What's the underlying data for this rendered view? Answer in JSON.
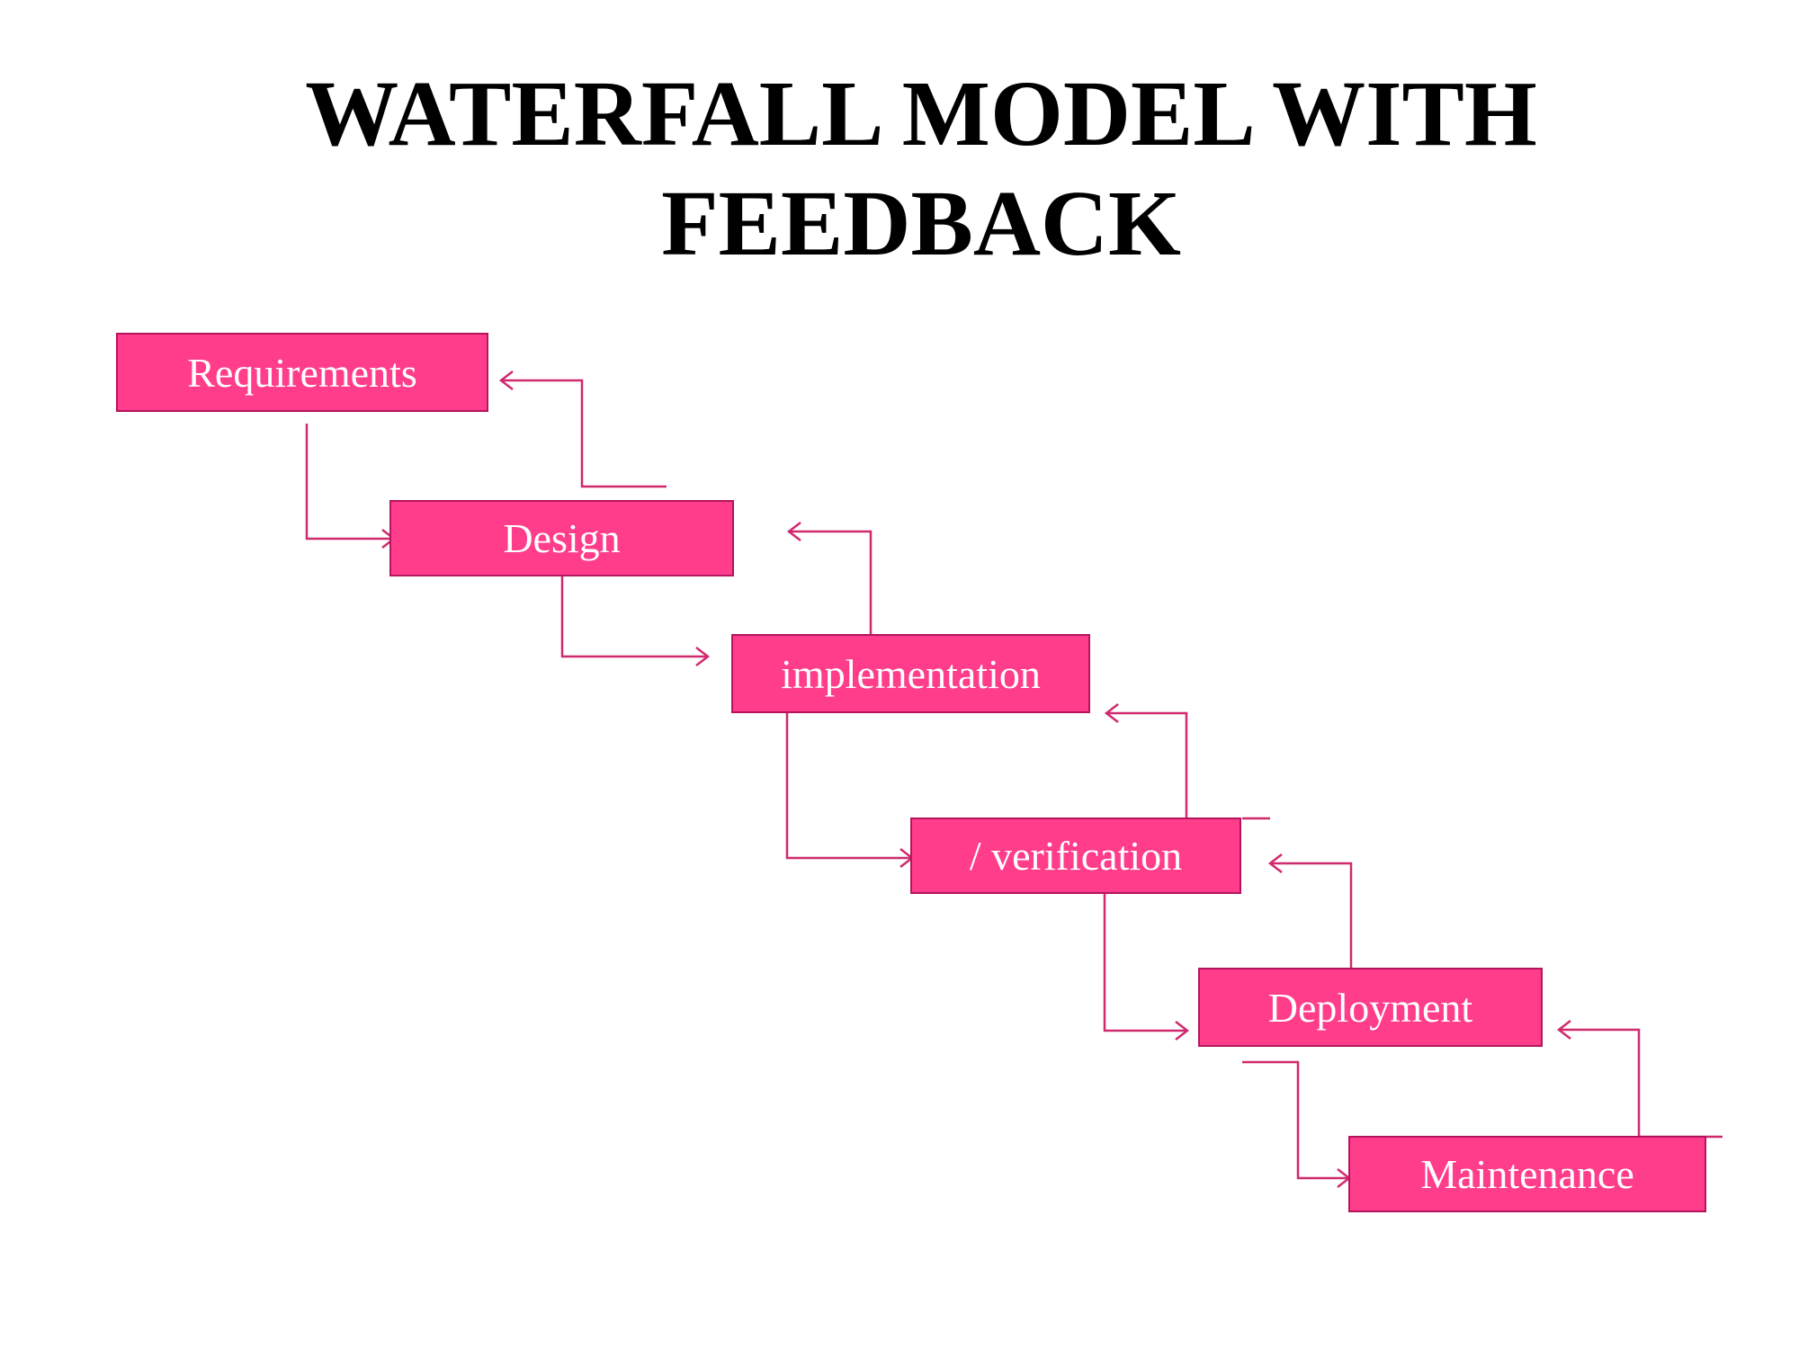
{
  "title": {
    "line1": "WATERFALL MODEL WITH",
    "line2": "FEEDBACK"
  },
  "stages": [
    {
      "label": "Requirements"
    },
    {
      "label": "Design"
    },
    {
      "label": "implementation"
    },
    {
      "label": "/ verification"
    },
    {
      "label": "Deployment"
    },
    {
      "label": "Maintenance"
    }
  ],
  "colors": {
    "box_fill": "#ff3d8b",
    "line": "#d02a6e",
    "title": "#000000"
  }
}
